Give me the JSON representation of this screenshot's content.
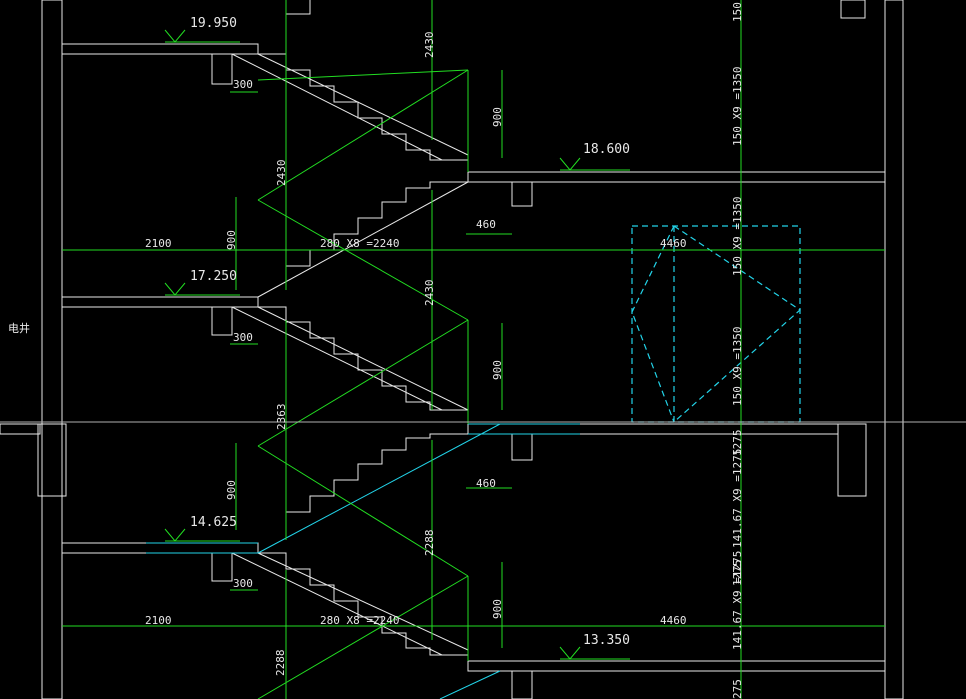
{
  "drawing": {
    "elevations": [
      "19.950",
      "18.600",
      "17.250",
      "14.625",
      "13.350"
    ],
    "dims": {
      "d2430": "2430",
      "d900": "900",
      "d300": "300",
      "d460": "460",
      "d2100": "2100",
      "d280x8": "280 X8 =2240",
      "d4460": "4460",
      "d2363": "2363",
      "d2288": "2288",
      "d150": "150",
      "d150x9": "150 X9 =1350",
      "d14167x9": "141.67 X9 =1275",
      "d1275": "1275",
      "d275": "275"
    },
    "label_elevator": "电井"
  },
  "colors": {
    "dimension_line": "#22dd22",
    "wall_line": "#e8e8e8",
    "accent_cyan": "#22d3e8",
    "background": "#000000"
  }
}
